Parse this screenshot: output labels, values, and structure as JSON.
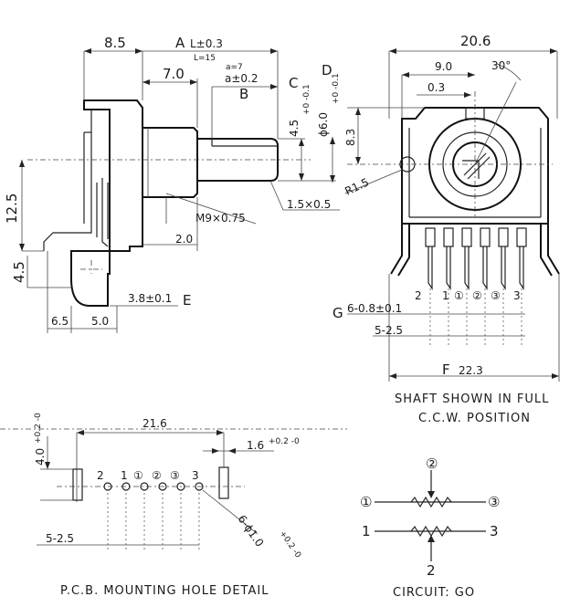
{
  "side_view": {
    "dim_8_5": "8.5",
    "label_a": "A",
    "dim_l": "L±0.3",
    "dim_l_note": "L=15",
    "dim_7_0": "7.0",
    "dim_a_note": "a=7",
    "dim_a": "a±0.2",
    "label_b": "B",
    "label_c": "C",
    "dim_4_5": "4.5",
    "tol_4_5": "+0 -0.1",
    "label_d": "D",
    "dim_phi6": "ϕ6.0",
    "tol_phi6": "+0 -0.1",
    "dim_12_5": "12.5",
    "dim_thread": "M9×0.75",
    "dim_chamfer": "1.5×0.5",
    "dim_2_0": "2.0",
    "dim_4_5_left": "4.5",
    "dim_3_8": "3.8±0.1",
    "label_e": "E",
    "dim_6_5": "6.5",
    "dim_5_0": "5.0"
  },
  "front_view": {
    "dim_20_6": "20.6",
    "dim_9_0": "9.0",
    "dim_30deg": "30°",
    "dim_0_3": "0.3",
    "dim_8_3": "8.3",
    "dim_r1_5": "R1.5",
    "pin_labels": [
      "2",
      "1",
      "①",
      "②",
      "③",
      "3"
    ],
    "label_g": "G",
    "dim_pins": "6-0.8±0.1",
    "dim_pitch": "5-2.5",
    "label_f": "F",
    "dim_22_3": "22.3",
    "note_line1": "SHAFT SHOWN IN FULL",
    "note_line2": "C.C.W. POSITION"
  },
  "pcb_detail": {
    "dim_21_6": "21.6",
    "dim_4_0": "4.0",
    "tol_4_0": "+0.2 -0",
    "dim_1_6": "1.6",
    "tol_1_6": "+0.2 -0",
    "hole_labels": [
      "2",
      "1",
      "①",
      "②",
      "③",
      "3"
    ],
    "dim_holes": "6-ϕ1.0",
    "tol_holes": "+0.2 -0",
    "dim_pitch": "5-2.5",
    "caption": "P.C.B. MOUNTING HOLE DETAIL"
  },
  "circuit": {
    "n1": "①",
    "n2": "②",
    "n3": "③",
    "p1": "1",
    "p2": "2",
    "p3": "3",
    "caption": "CIRCUIT: GO"
  }
}
